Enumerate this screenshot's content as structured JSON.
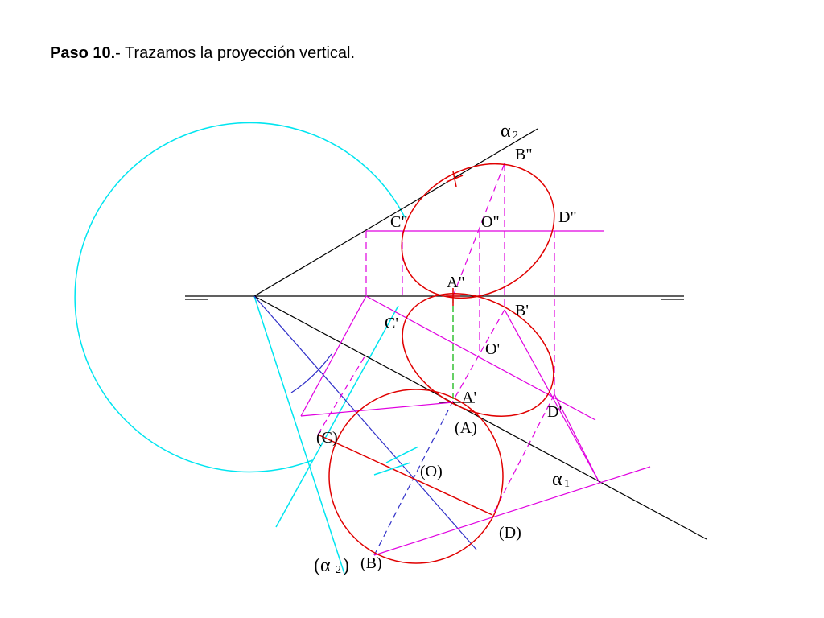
{
  "heading": {
    "step": "Paso 10.",
    "text": "- Trazamos la proyección vertical."
  },
  "labels": {
    "alpha2": "α",
    "alpha2_sub": "2",
    "B2": "B\"",
    "C2": "C\"",
    "O2": "O\"",
    "D2": "D\"",
    "A2": "A\"",
    "B1": "B'",
    "C1": "C'",
    "O1": "O'",
    "A1": "A'",
    "D1": "D'",
    "A0": "(A)",
    "C0": "(C)",
    "O0": "(O)",
    "D0": "(D)",
    "B0": "(B)",
    "alpha1": "α",
    "alpha1_sub": "1",
    "alpha2r": "(α",
    "alpha2r_sub": "2",
    "alpha2r_close": ")"
  },
  "colors": {
    "construction_black": "#000000",
    "rabatment_circle": "#00e5f0",
    "ellipse": "#e00000",
    "projection_lines": "#e000e0",
    "auxiliary_blue": "#3030c8",
    "vertical_green": "#00b000"
  }
}
